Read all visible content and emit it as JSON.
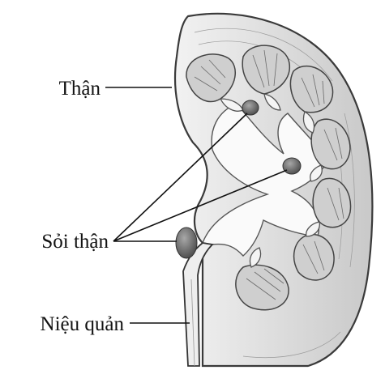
{
  "labels": {
    "kidney": "Thận",
    "kidney_stones": "Sỏi thận",
    "ureter": "Niệu quản"
  },
  "colors": {
    "outline": "#3a3a3a",
    "cortex": "#e8e8e8",
    "medulla": "#cfcfcf",
    "pelvis": "#fafafa",
    "stone": "#6e6e6e"
  }
}
